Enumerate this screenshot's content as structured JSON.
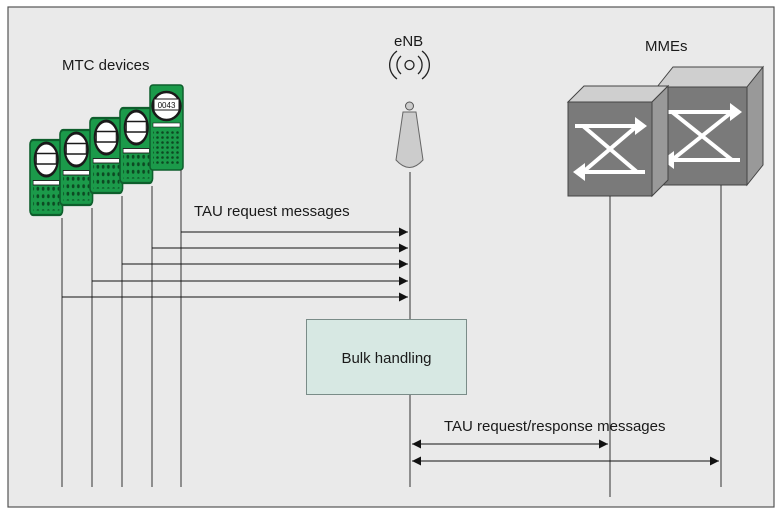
{
  "labels": {
    "mtc_devices": "MTC devices",
    "enb": "eNB",
    "mmes": "MMEs",
    "tau_request": "TAU request messages",
    "bulk_handling": "Bulk handling",
    "tau_request_response": "TAU request/response messages"
  },
  "meter_display": "0043",
  "colors": {
    "panel_bg": "#eaeaea",
    "device_green": "#1b9a4a",
    "bulk_fill": "#d7e8e3",
    "mme_gray": "#777777"
  }
}
